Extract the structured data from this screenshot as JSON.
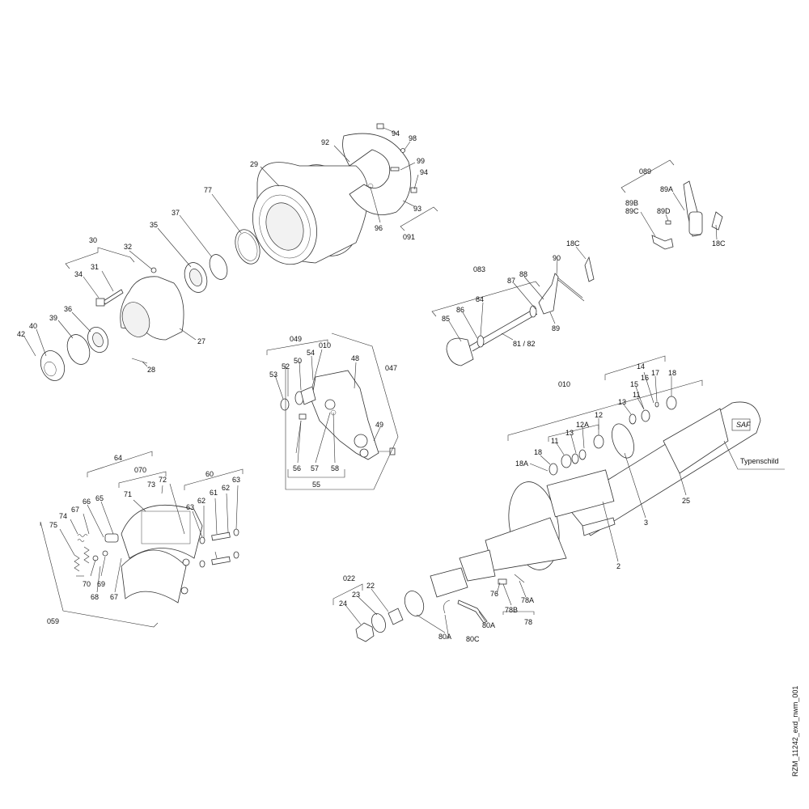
{
  "figure_id": "RZM_11242_exd_nwm_001",
  "labels": {
    "94a": "94",
    "98": "98",
    "92": "92",
    "99": "99",
    "94b": "94",
    "29": "29",
    "93": "93",
    "96": "96",
    "091": "091",
    "089": "089",
    "89A": "89A",
    "89B": "89B",
    "89C": "89C",
    "89D": "89D",
    "18Ca": "18C",
    "77": "77",
    "37": "37",
    "35": "35",
    "30": "30",
    "32": "32",
    "31": "31",
    "34": "34",
    "36": "36",
    "39": "39",
    "40": "40",
    "42": "42",
    "27": "27",
    "28": "28",
    "18Cb": "18C",
    "90": "90",
    "083": "083",
    "88": "88",
    "87": "87",
    "84": "84",
    "86": "86",
    "85": "85",
    "89": "89",
    "81_82": "81 / 82",
    "049": "049",
    "010a": "010",
    "54": "54",
    "52": "52",
    "50": "50",
    "53": "53",
    "48": "48",
    "047": "047",
    "49": "49",
    "56": "56",
    "57": "57",
    "58": "58",
    "55": "55",
    "14": "14",
    "15": "15",
    "16": "16",
    "17": "17",
    "18a": "18",
    "010b": "010",
    "11a": "11",
    "13a": "13",
    "12": "12",
    "12A": "12A",
    "13b": "13",
    "11b": "11",
    "18b": "18",
    "18A": "18A",
    "typenschild": "Typenschild",
    "25": "25",
    "3": "3",
    "2": "2",
    "64": "64",
    "070": "070",
    "73": "73",
    "72": "72",
    "60": "60",
    "65": "65",
    "71": "71",
    "63a": "63",
    "61": "61",
    "62a": "62",
    "63b": "63",
    "62b": "62",
    "67a": "67",
    "66": "66",
    "74": "74",
    "75": "75",
    "70": "70",
    "69": "69",
    "68": "68",
    "67b": "67",
    "059": "059",
    "022": "022",
    "22": "22",
    "23": "23",
    "24": "24",
    "80A": "80A",
    "80C": "80C",
    "80Aa": "80A",
    "76": "76",
    "78B": "78B",
    "78A": "78A",
    "78": "78",
    "saf": "SAF"
  }
}
